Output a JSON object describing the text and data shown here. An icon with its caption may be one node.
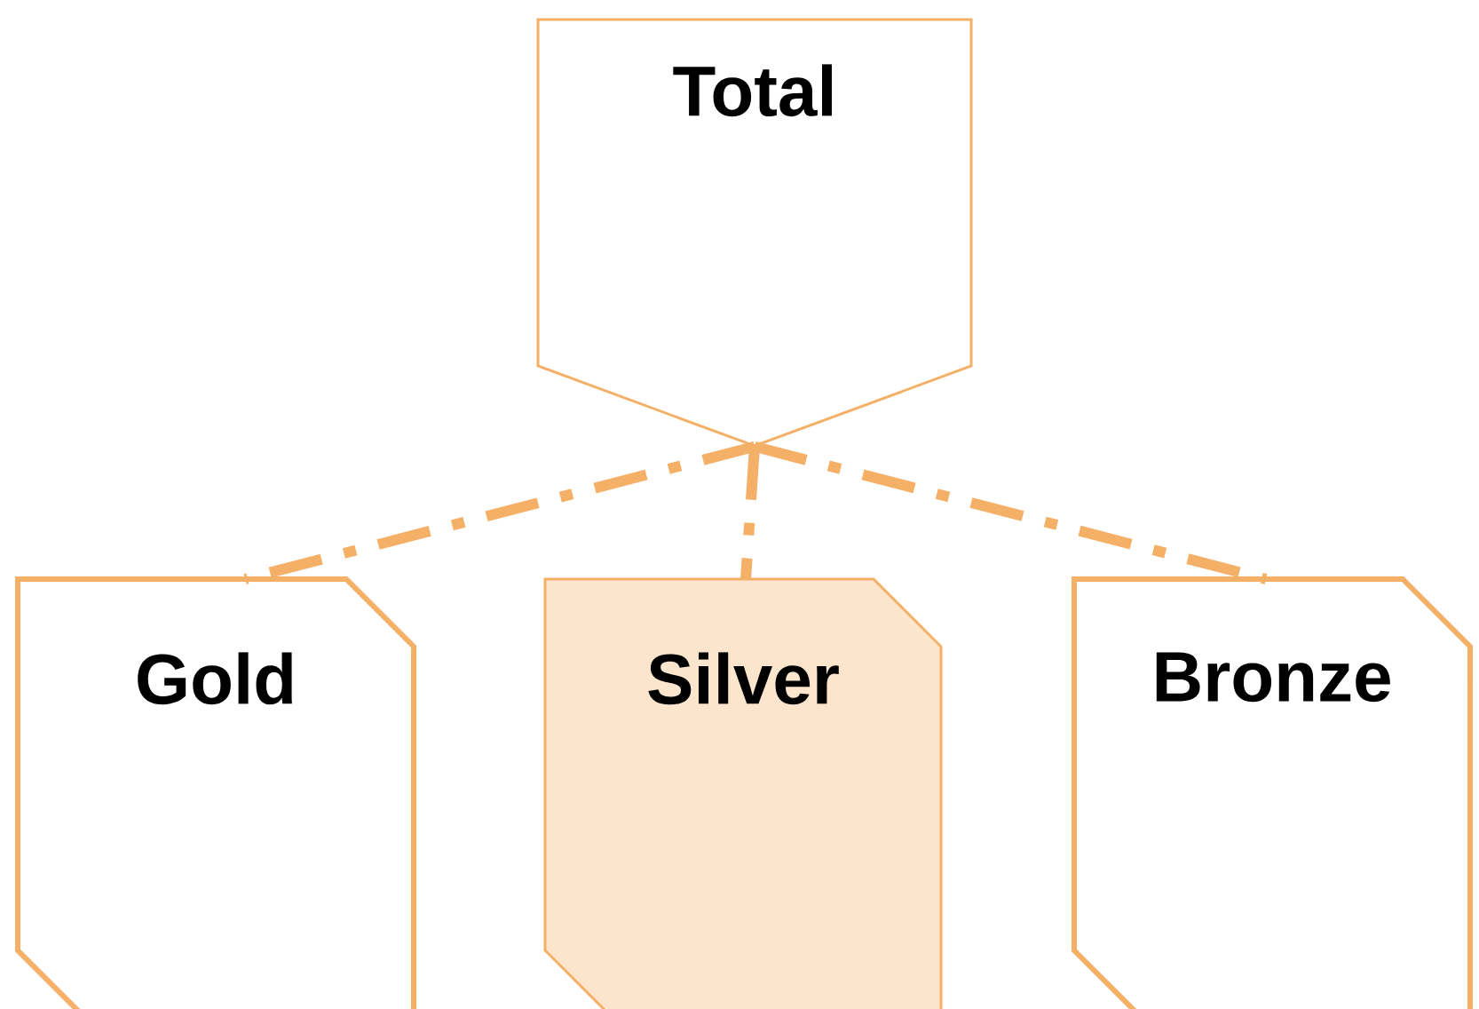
{
  "diagram": {
    "nodes": [
      {
        "text": [
          "Total"
        ]
      },
      {
        "text": [
          "Gold"
        ]
      },
      {
        "text": [
          "Silver"
        ]
      },
      {
        "text": [
          "Bronze"
        ]
      }
    ],
    "edges": [
      {
        "from": 0,
        "to": 1,
        "arrow": "none"
      },
      {
        "from": 0,
        "to": 2,
        "arrow": "none"
      },
      {
        "from": 0,
        "to": 3,
        "arrow": "none"
      }
    ]
  }
}
